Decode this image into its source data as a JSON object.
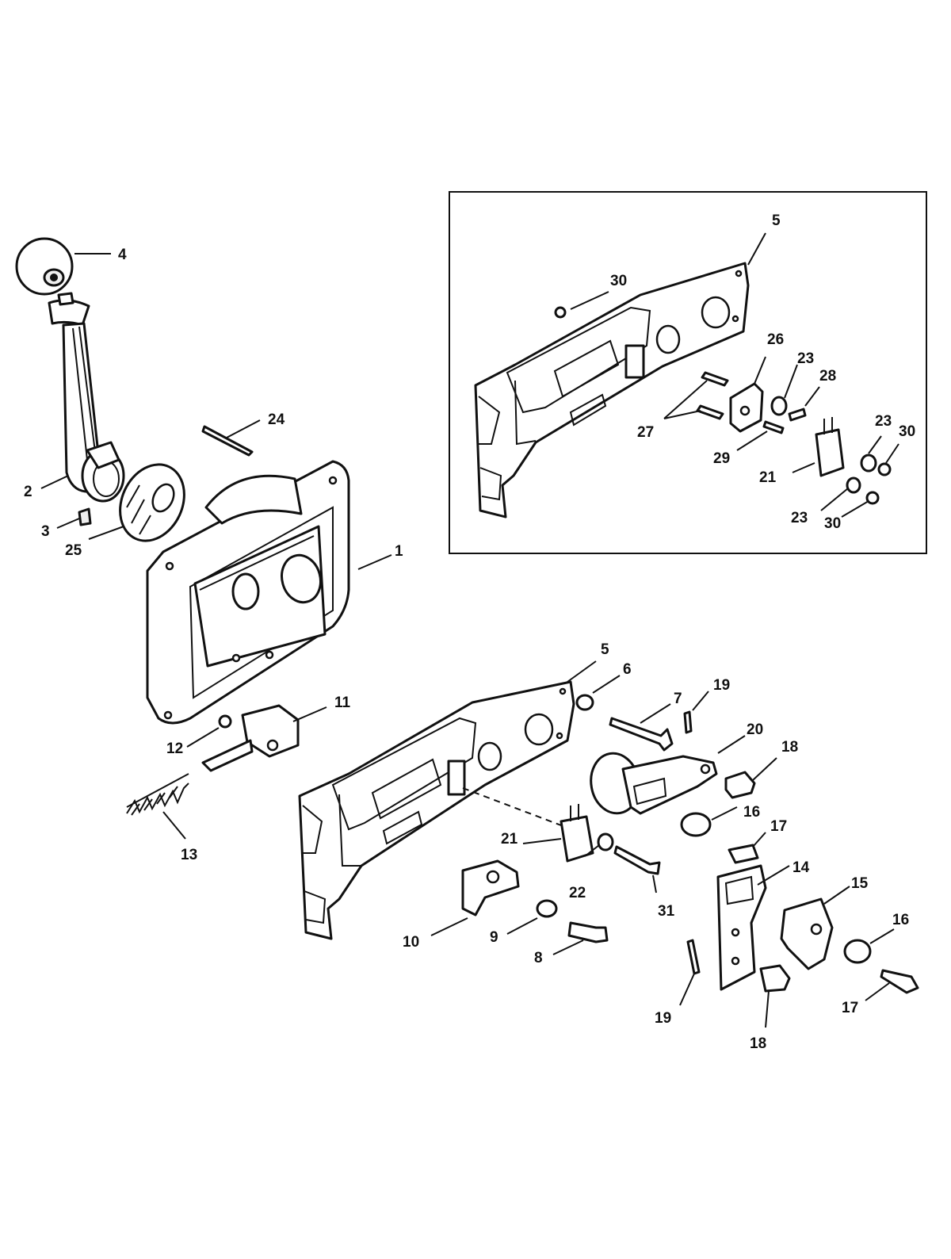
{
  "callouts": [
    {
      "n": "4"
    },
    {
      "n": "2"
    },
    {
      "n": "3"
    },
    {
      "n": "25"
    },
    {
      "n": "24"
    },
    {
      "n": "1"
    },
    {
      "n": "12"
    },
    {
      "n": "11"
    },
    {
      "n": "13"
    },
    {
      "n": "5"
    },
    {
      "n": "6"
    },
    {
      "n": "7"
    },
    {
      "n": "19"
    },
    {
      "n": "20"
    },
    {
      "n": "18"
    },
    {
      "n": "16"
    },
    {
      "n": "17"
    },
    {
      "n": "21"
    },
    {
      "n": "22"
    },
    {
      "n": "31"
    },
    {
      "n": "14"
    },
    {
      "n": "15"
    },
    {
      "n": "16"
    },
    {
      "n": "17"
    },
    {
      "n": "10"
    },
    {
      "n": "9"
    },
    {
      "n": "8"
    },
    {
      "n": "19"
    },
    {
      "n": "18"
    }
  ],
  "inset_callouts": [
    {
      "n": "5"
    },
    {
      "n": "30"
    },
    {
      "n": "26"
    },
    {
      "n": "23"
    },
    {
      "n": "28"
    },
    {
      "n": "27"
    },
    {
      "n": "23"
    },
    {
      "n": "30"
    },
    {
      "n": "29"
    },
    {
      "n": "21"
    },
    {
      "n": "23"
    },
    {
      "n": "30"
    }
  ]
}
